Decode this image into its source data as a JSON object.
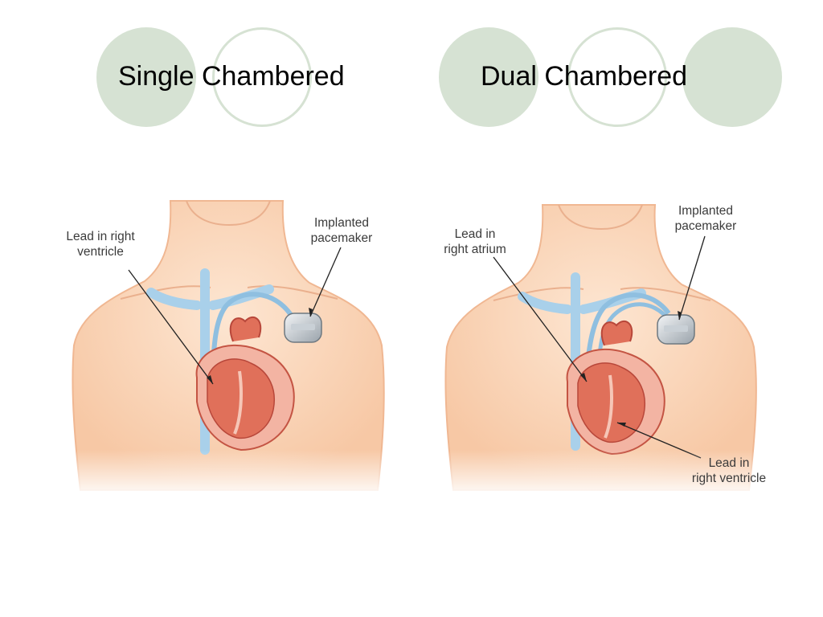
{
  "headings": {
    "single": "Single Chambered",
    "dual": "Dual Chambered"
  },
  "single_panel": {
    "lead_label": [
      "Lead in right",
      "ventricle"
    ],
    "pacemaker_label": [
      "Implanted",
      "pacemaker"
    ]
  },
  "dual_panel": {
    "atrium_lead_label": [
      "Lead in",
      "right atrium"
    ],
    "pacemaker_label": [
      "Implanted",
      "pacemaker"
    ],
    "ventricle_lead_label": [
      "Lead in",
      "right ventricle"
    ]
  },
  "colors": {
    "circle_fill": "#d6e2d3",
    "skin": "#fbd7ba",
    "vessel": "#a9d0ea",
    "heart": "#e0705a"
  }
}
